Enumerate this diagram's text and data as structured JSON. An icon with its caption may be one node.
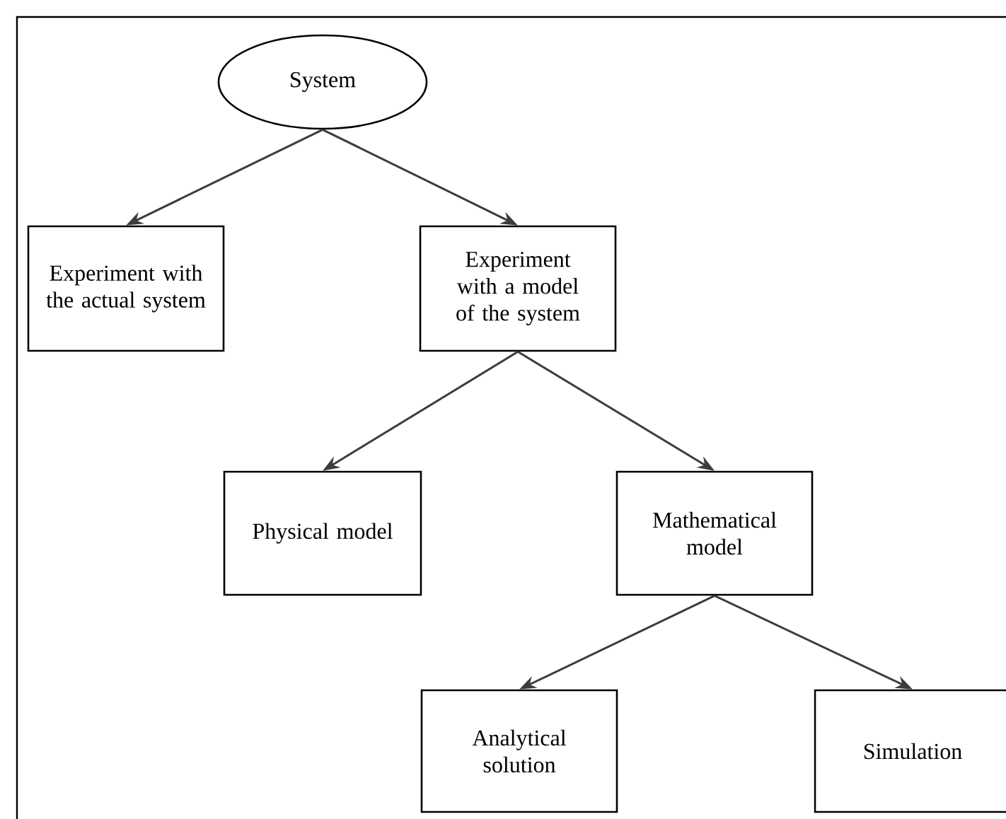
{
  "diagram": {
    "nodes": [
      {
        "text": [
          "System"
        ]
      },
      {
        "text": [
          "Experiment with the actual system"
        ]
      },
      {
        "text": [
          "Experiment with a model of the system"
        ]
      },
      {
        "text": [
          "Physical model"
        ]
      },
      {
        "text": [
          "Mathematical model"
        ]
      },
      {
        "text": [
          "Analytical solution"
        ]
      },
      {
        "text": [
          "Simulation"
        ]
      }
    ],
    "edges": [
      {
        "from": 0,
        "to": 1,
        "arrow": "to"
      },
      {
        "from": 0,
        "to": 2,
        "arrow": "to"
      },
      {
        "from": 2,
        "to": 3,
        "arrow": "to"
      },
      {
        "from": 2,
        "to": 4,
        "arrow": "to"
      },
      {
        "from": 4,
        "to": 5,
        "arrow": "to"
      },
      {
        "from": 4,
        "to": 6,
        "arrow": "to"
      }
    ]
  }
}
